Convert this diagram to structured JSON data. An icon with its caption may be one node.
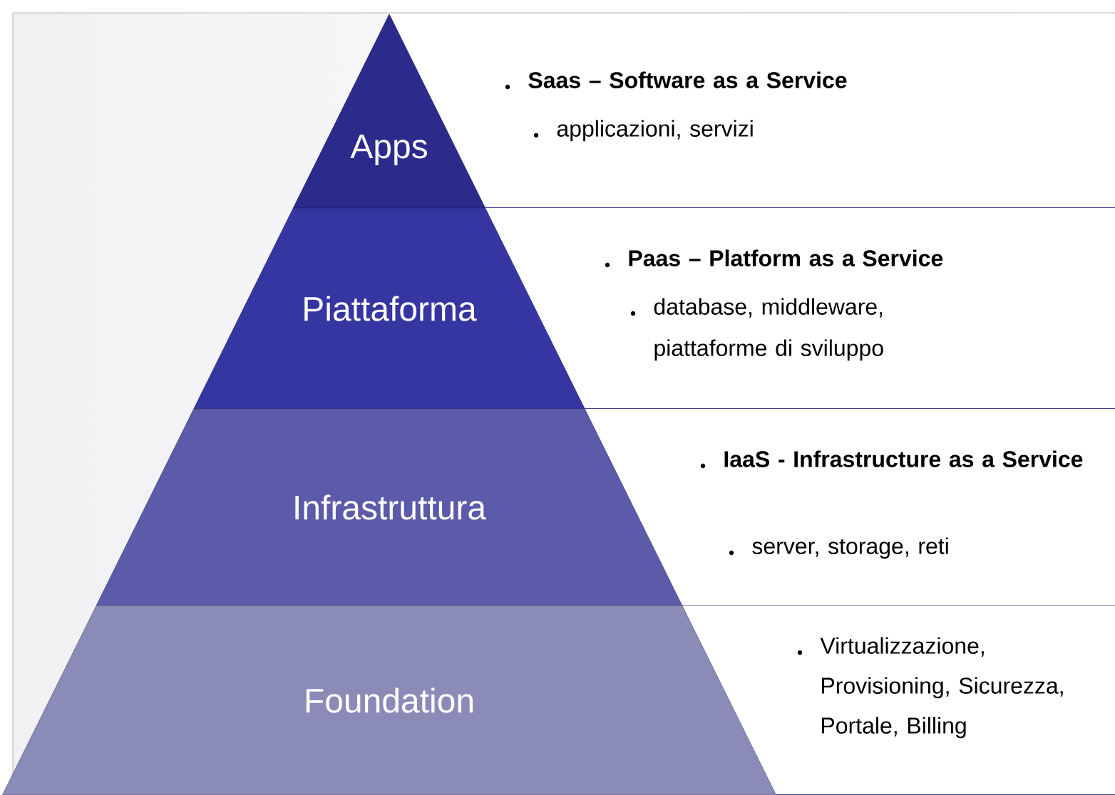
{
  "diagram": {
    "nodes": [
      {
        "text": [
          "Apps"
        ]
      },
      {
        "text": [
          "Piattaforma"
        ]
      },
      {
        "text": [
          "Infrastruttura"
        ]
      },
      {
        "text": [
          "Foundation"
        ]
      },
      {
        "text": [
          "Saas – Software as a Service",
          "applicazioni, servizi"
        ]
      },
      {
        "text": [
          "Paas – Platform as a Service",
          "database, middleware, piattaforme di sviluppo"
        ]
      },
      {
        "text": [
          "IaaS - Infrastructure as a Service",
          "server, storage, reti"
        ]
      },
      {
        "text": [
          "Virtualizzazione, Provisioning, Sicurezza, Portale, Billing"
        ]
      }
    ]
  }
}
